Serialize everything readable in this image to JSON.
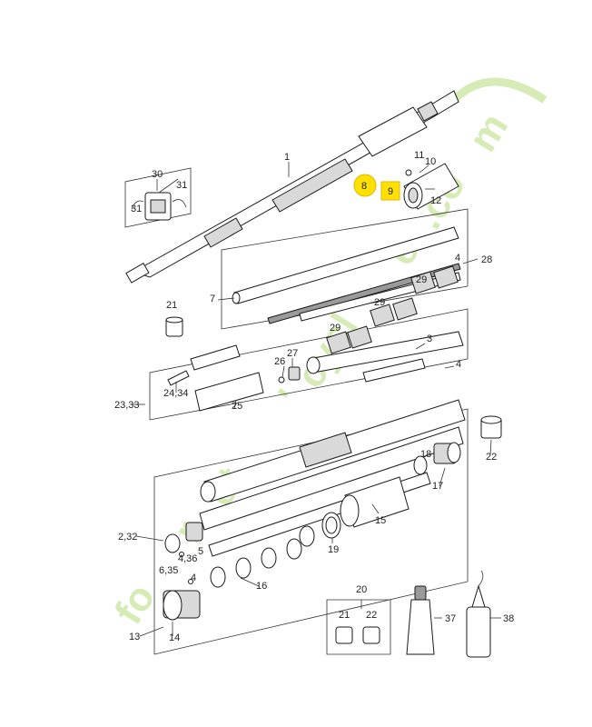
{
  "callouts": {
    "c1": "1",
    "c2_32": "2,32",
    "c3": "3",
    "c4a": "4",
    "c4b": "4",
    "c4c": "4",
    "c4_36": "4,36",
    "c5": "5",
    "c6_35": "6,35",
    "c7": "7",
    "c8": "8",
    "c9": "9",
    "c10": "10",
    "c11": "11",
    "c12": "12",
    "c13": "13",
    "c14": "14",
    "c15": "15",
    "c16": "16",
    "c17": "17",
    "c18": "18",
    "c19": "19",
    "c20": "20",
    "c21a": "21",
    "c21b": "21",
    "c22a": "22",
    "c22b": "22",
    "c23_33": "23,33",
    "c24_34": "24,34",
    "c25": "25",
    "c26": "26",
    "c27": "27",
    "c28": "28",
    "c29a": "29",
    "c29b": "29",
    "c29c": "29",
    "c30": "30",
    "c31a": "31",
    "c31b": "31",
    "c37": "37",
    "c38": "38"
  },
  "highlight_color": "#ffe000",
  "watermark": {
    "color": "#cfe8a8"
  }
}
